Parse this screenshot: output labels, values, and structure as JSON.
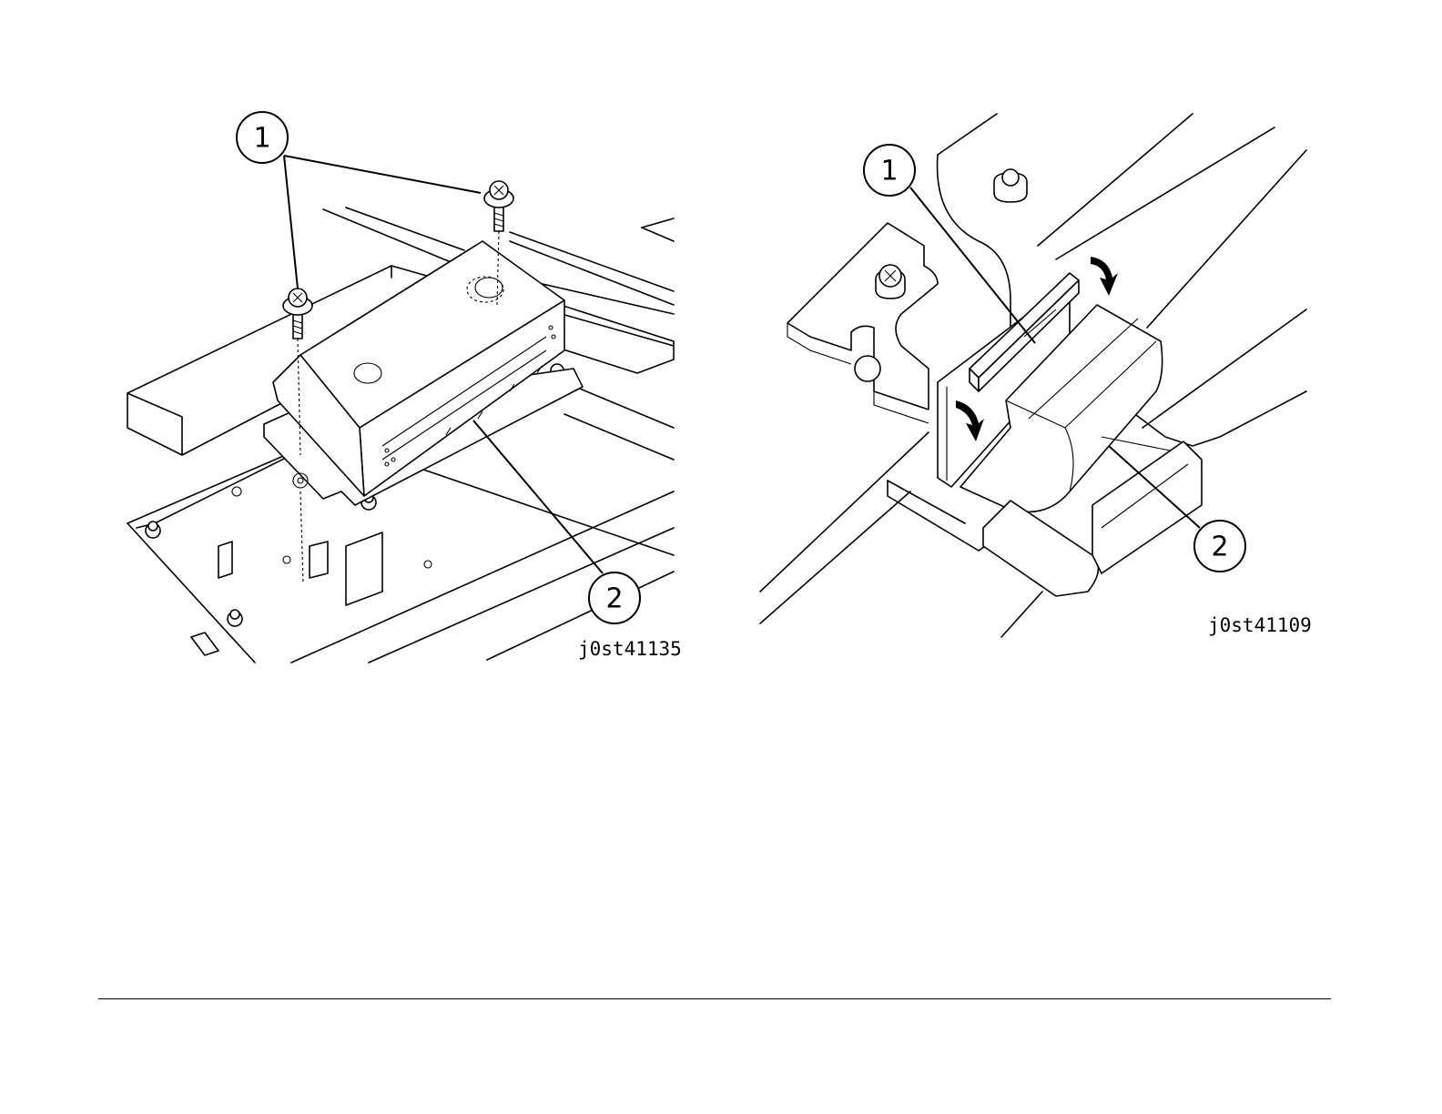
{
  "figures": [
    {
      "id_label": "j0st41135",
      "callouts": [
        "1",
        "2"
      ]
    },
    {
      "id_label": "j0st41109",
      "callouts": [
        "1",
        "2"
      ]
    }
  ]
}
